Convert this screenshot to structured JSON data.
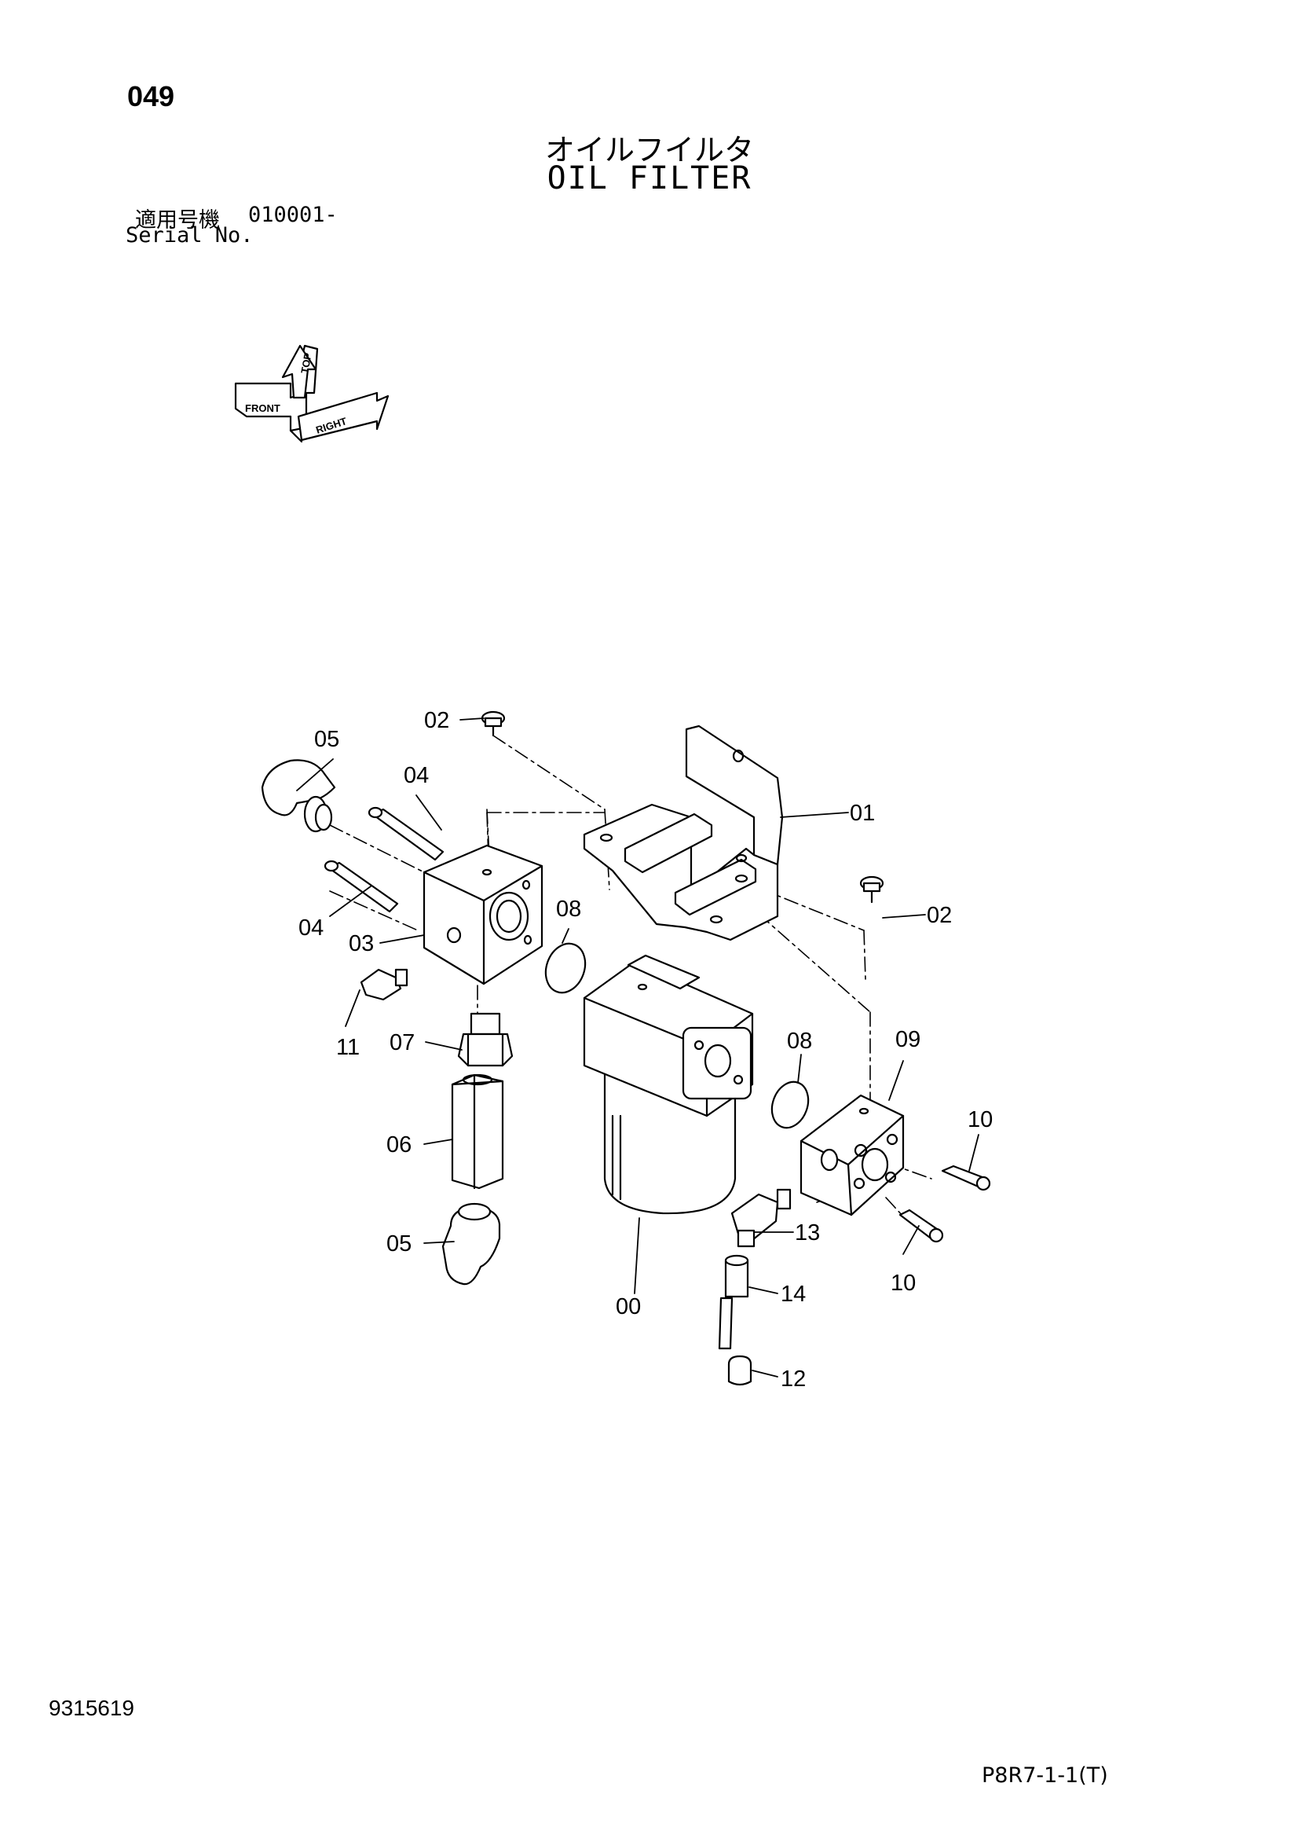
{
  "header": {
    "page_number": "049",
    "title_jp": "オイルフイルタ",
    "title_en": "OIL FILTER",
    "serial_label_jp": "適用号機",
    "serial_value": "010001-",
    "serial_label_en": "Serial No."
  },
  "compass": {
    "top": "TOP",
    "front": "FRONT",
    "right": "RIGHT"
  },
  "callouts": {
    "c00": "00",
    "c01": "01",
    "c02a": "02",
    "c02b": "02",
    "c03": "03",
    "c04a": "04",
    "c04b": "04",
    "c05a": "05",
    "c05b": "05",
    "c06": "06",
    "c07": "07",
    "c08a": "08",
    "c08b": "08",
    "c09": "09",
    "c10a": "10",
    "c10b": "10",
    "c11": "11",
    "c12": "12",
    "c13": "13",
    "c14": "14"
  },
  "footer": {
    "document_number": "9315619",
    "page_code": "P8R7-1-1(T)"
  }
}
